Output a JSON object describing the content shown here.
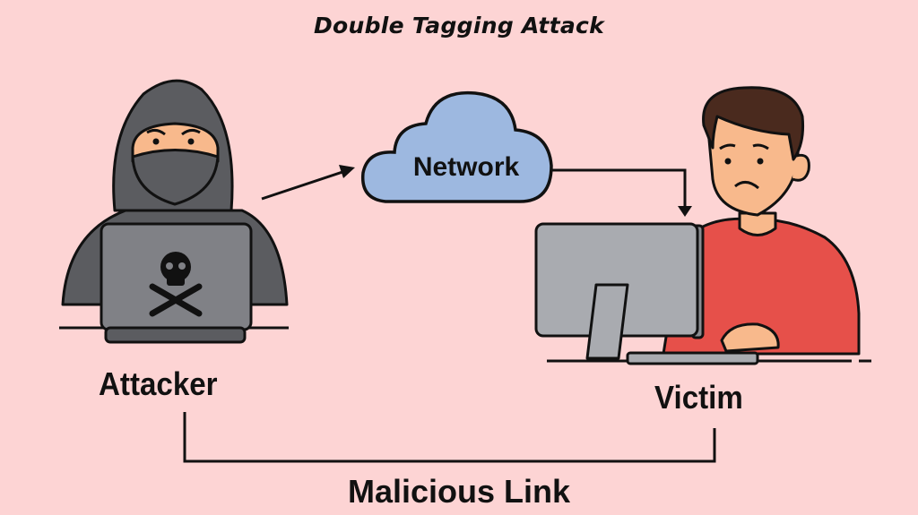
{
  "title": "Double Tagging Attack",
  "nodes": {
    "attacker": {
      "label": "Attacker",
      "icon": "hooded-hacker-with-skull-laptop"
    },
    "network": {
      "label": "Network",
      "icon": "cloud"
    },
    "victim": {
      "label": "Victim",
      "icon": "worried-person-at-computer"
    }
  },
  "edges": [
    {
      "from": "attacker",
      "to": "network",
      "label": ""
    },
    {
      "from": "network",
      "to": "victim",
      "label": ""
    },
    {
      "from": "attacker",
      "to": "victim",
      "label": "Malicious Link"
    }
  ],
  "colors": {
    "background": "#fdd4d4",
    "cloud": "#9db8e0",
    "hoodie": "#5b5c60",
    "laptop": "#808186",
    "skin": "#f8b98c",
    "shirt": "#e6504a",
    "monitor": "#a9abb0",
    "hair": "#4a2a1e"
  }
}
